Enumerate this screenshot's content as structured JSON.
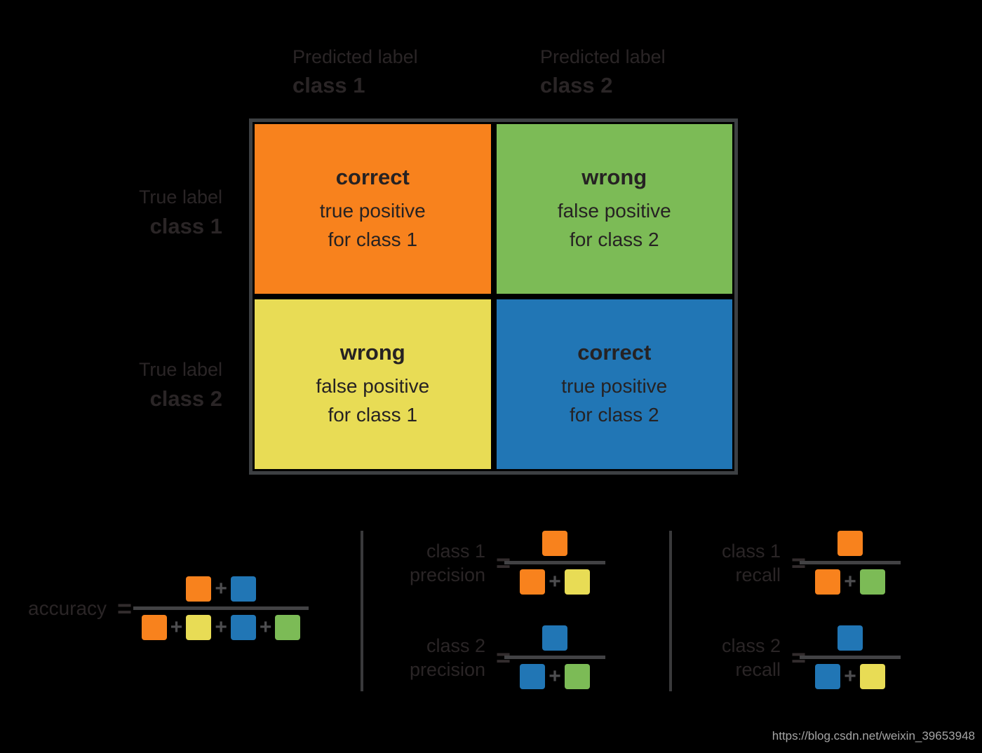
{
  "colors": {
    "orange": "#F8821D",
    "green": "#7CBB56",
    "yellow": "#E8DC55",
    "blue": "#2176B5",
    "frame": "#3D4043",
    "cell_text": "#262223",
    "label_text": "#2A2526",
    "formula_gray": "#424244",
    "divider": "#39393B",
    "background": "#000000",
    "watermark": "#A5A5A5"
  },
  "matrix": {
    "column_headers": [
      {
        "line1": "Predicted label",
        "line2": "class 1"
      },
      {
        "line1": "Predicted label",
        "line2": "class 2"
      }
    ],
    "row_headers": [
      {
        "line1": "True label",
        "line2": "class 1"
      },
      {
        "line1": "True label",
        "line2": "class 2"
      }
    ],
    "cells": [
      {
        "color": "orange",
        "title": "correct",
        "line2": "true positive",
        "line3": "for class 1"
      },
      {
        "color": "green",
        "title": "wrong",
        "line2": "false positive",
        "line3": "for class 2"
      },
      {
        "color": "yellow",
        "title": "wrong",
        "line2": "false positive",
        "line3": "for class 1"
      },
      {
        "color": "blue",
        "title": "correct",
        "line2": "true positive",
        "line3": "for class 2"
      }
    ]
  },
  "formula_section": {
    "equals_sign": "=",
    "plus_sign": "+"
  },
  "formulas": [
    {
      "id": "accuracy",
      "label_lines": [
        "accuracy"
      ],
      "numerator": [
        "orange",
        "blue"
      ],
      "denominator": [
        "orange",
        "yellow",
        "blue",
        "green"
      ]
    },
    {
      "id": "class1-precision",
      "label_lines": [
        "class 1",
        "precision"
      ],
      "numerator": [
        "orange"
      ],
      "denominator": [
        "orange",
        "yellow"
      ]
    },
    {
      "id": "class2-precision",
      "label_lines": [
        "class 2",
        "precision"
      ],
      "numerator": [
        "blue"
      ],
      "denominator": [
        "blue",
        "green"
      ]
    },
    {
      "id": "class1-recall",
      "label_lines": [
        "class 1",
        "recall"
      ],
      "numerator": [
        "orange"
      ],
      "denominator": [
        "orange",
        "green"
      ]
    },
    {
      "id": "class2-recall",
      "label_lines": [
        "class 2",
        "recall"
      ],
      "numerator": [
        "blue"
      ],
      "denominator": [
        "blue",
        "yellow"
      ]
    }
  ],
  "watermark": "https://blog.csdn.net/weixin_39653948"
}
